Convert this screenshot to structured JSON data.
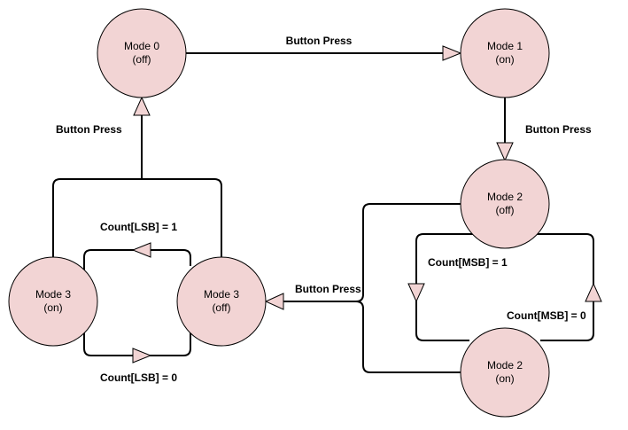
{
  "nodes": {
    "mode0_off": {
      "name": "Mode 0",
      "state": "(off)"
    },
    "mode1_on": {
      "name": "Mode 1",
      "state": "(on)"
    },
    "mode2_off": {
      "name": "Mode 2",
      "state": "(off)"
    },
    "mode2_on": {
      "name": "Mode 2",
      "state": "(on)"
    },
    "mode3_off": {
      "name": "Mode 3",
      "state": "(off)"
    },
    "mode3_on": {
      "name": "Mode 3",
      "state": "(on)"
    }
  },
  "edges": {
    "mode0_to_mode1": "Button Press",
    "mode1_to_mode2": "Button Press",
    "mode2_to_mode3": "Button Press",
    "mode3_to_mode0": "Button Press",
    "mode3_lsb_1": "Count[LSB] = 1",
    "mode3_lsb_0": "Count[LSB] = 0",
    "mode2_msb_1": "Count[MSB] = 1",
    "mode2_msb_0": "Count[MSB] = 0"
  },
  "colors": {
    "node_fill": "#f2d4d4",
    "stroke": "#000000",
    "background": "#ffffff"
  }
}
